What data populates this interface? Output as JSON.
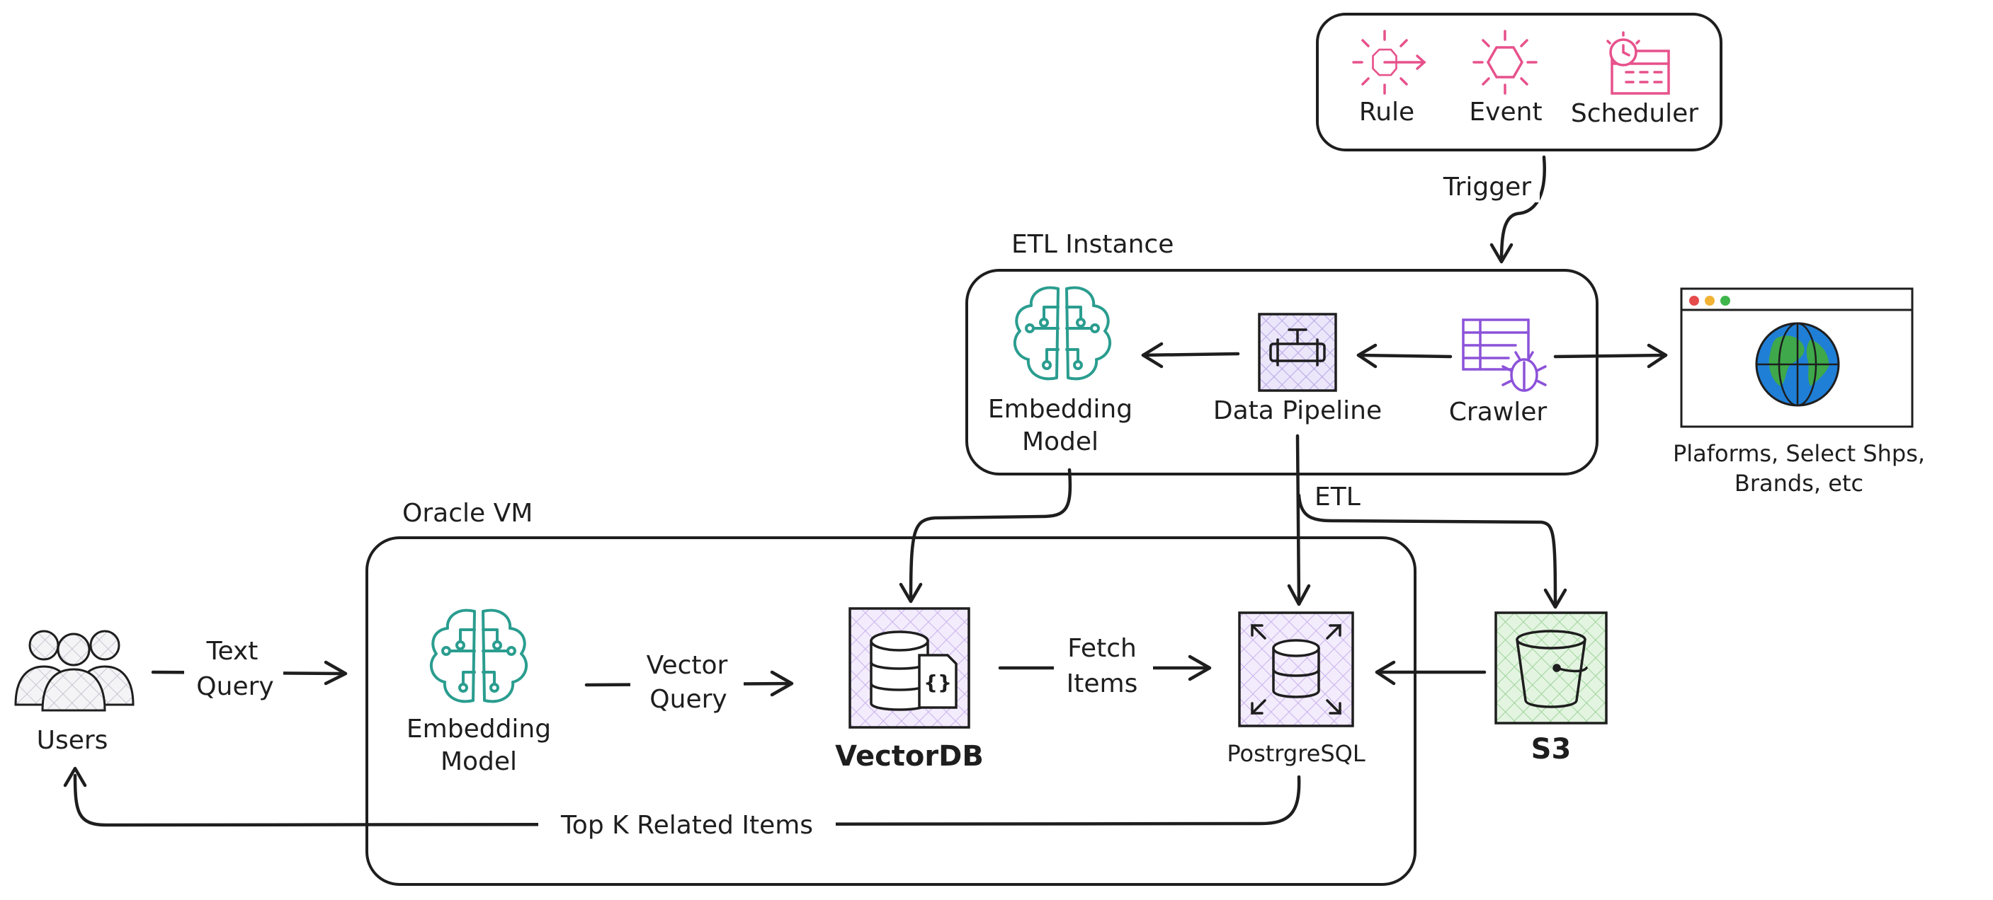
{
  "groups": {
    "triggers": "",
    "etl_instance": "ETL Instance",
    "oracle_vm": "Oracle VM"
  },
  "nodes": {
    "rule": "Rule",
    "event": "Event",
    "scheduler": "Scheduler",
    "embedding_model_etl": [
      "Embedding",
      "Model"
    ],
    "data_pipeline": "Data Pipeline",
    "crawler": "Crawler",
    "platforms": [
      "Plaforms, Select Shps,",
      "Brands, etc"
    ],
    "users": "Users",
    "embedding_model_vm": [
      "Embedding",
      "Model"
    ],
    "vectordb": "VectorDB",
    "postgresql": "PostrgreSQL",
    "s3": "S3"
  },
  "edges": {
    "trigger": "Trigger",
    "etl": "ETL",
    "text_query": [
      "Text",
      "Query"
    ],
    "vector_query": [
      "Vector",
      "Query"
    ],
    "fetch_items": [
      "Fetch",
      "Items"
    ],
    "top_k": "Top K Related Items"
  },
  "colors": {
    "ink": "#1e1e1e",
    "pink": "#e7518b",
    "teal": "#2a9d8f",
    "purple": "#8c52d9",
    "purple_fill": "#e8dcf8",
    "green_fill": "#cdeacb",
    "globe_blue": "#1f7fd6",
    "globe_green": "#3fa84a"
  },
  "icons": {
    "rule": "rule-icon",
    "event": "event-icon",
    "scheduler": "scheduler-icon",
    "embedding_model": "brain-circuit-icon",
    "data_pipeline": "pipeline-icon",
    "crawler": "crawler-bug-icon",
    "browser": "browser-window-icon",
    "globe": "globe-icon",
    "users": "users-group-icon",
    "vectordb": "database-document-icon",
    "postgresql": "database-expand-icon",
    "s3": "bucket-icon"
  }
}
